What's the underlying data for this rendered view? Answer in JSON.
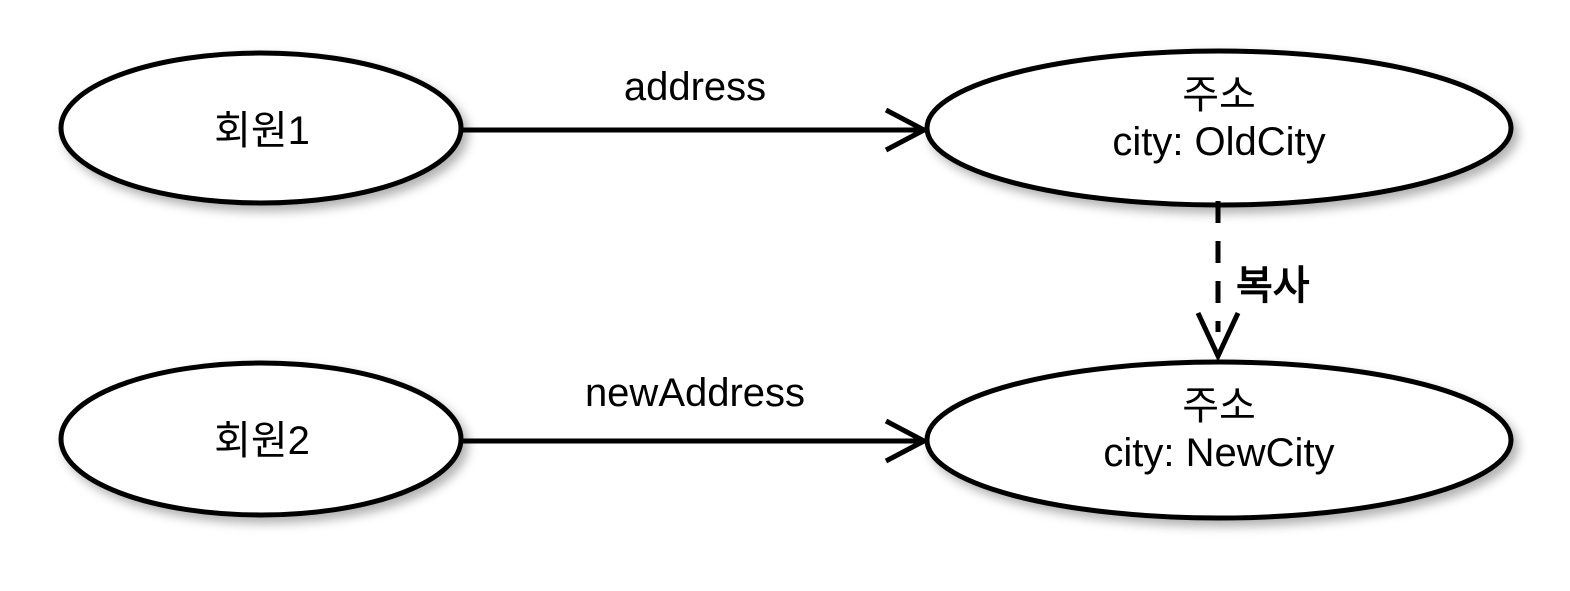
{
  "diagram": {
    "background_color": "#ffffff",
    "stroke_color": "#000000",
    "fill_color": "#ffffff",
    "nodes": [
      {
        "id": "member1",
        "shape": "ellipse",
        "line1": "회원1",
        "line2": ""
      },
      {
        "id": "address_old",
        "shape": "ellipse",
        "line1": "주소",
        "line2": "city: OldCity"
      },
      {
        "id": "member2",
        "shape": "ellipse",
        "line1": "회원2",
        "line2": ""
      },
      {
        "id": "address_new",
        "shape": "ellipse",
        "line1": "주소",
        "line2": "city: NewCity"
      }
    ],
    "edges": [
      {
        "id": "edge_address",
        "from": "member1",
        "to": "address_old",
        "label": "address",
        "style": "solid",
        "arrowhead": "open"
      },
      {
        "id": "edge_newaddress",
        "from": "member2",
        "to": "address_new",
        "label": "newAddress",
        "style": "solid",
        "arrowhead": "open"
      },
      {
        "id": "edge_copy",
        "from": "address_old",
        "to": "address_new",
        "label": "복사",
        "style": "dashed",
        "arrowhead": "open",
        "bold_label": true
      }
    ]
  }
}
